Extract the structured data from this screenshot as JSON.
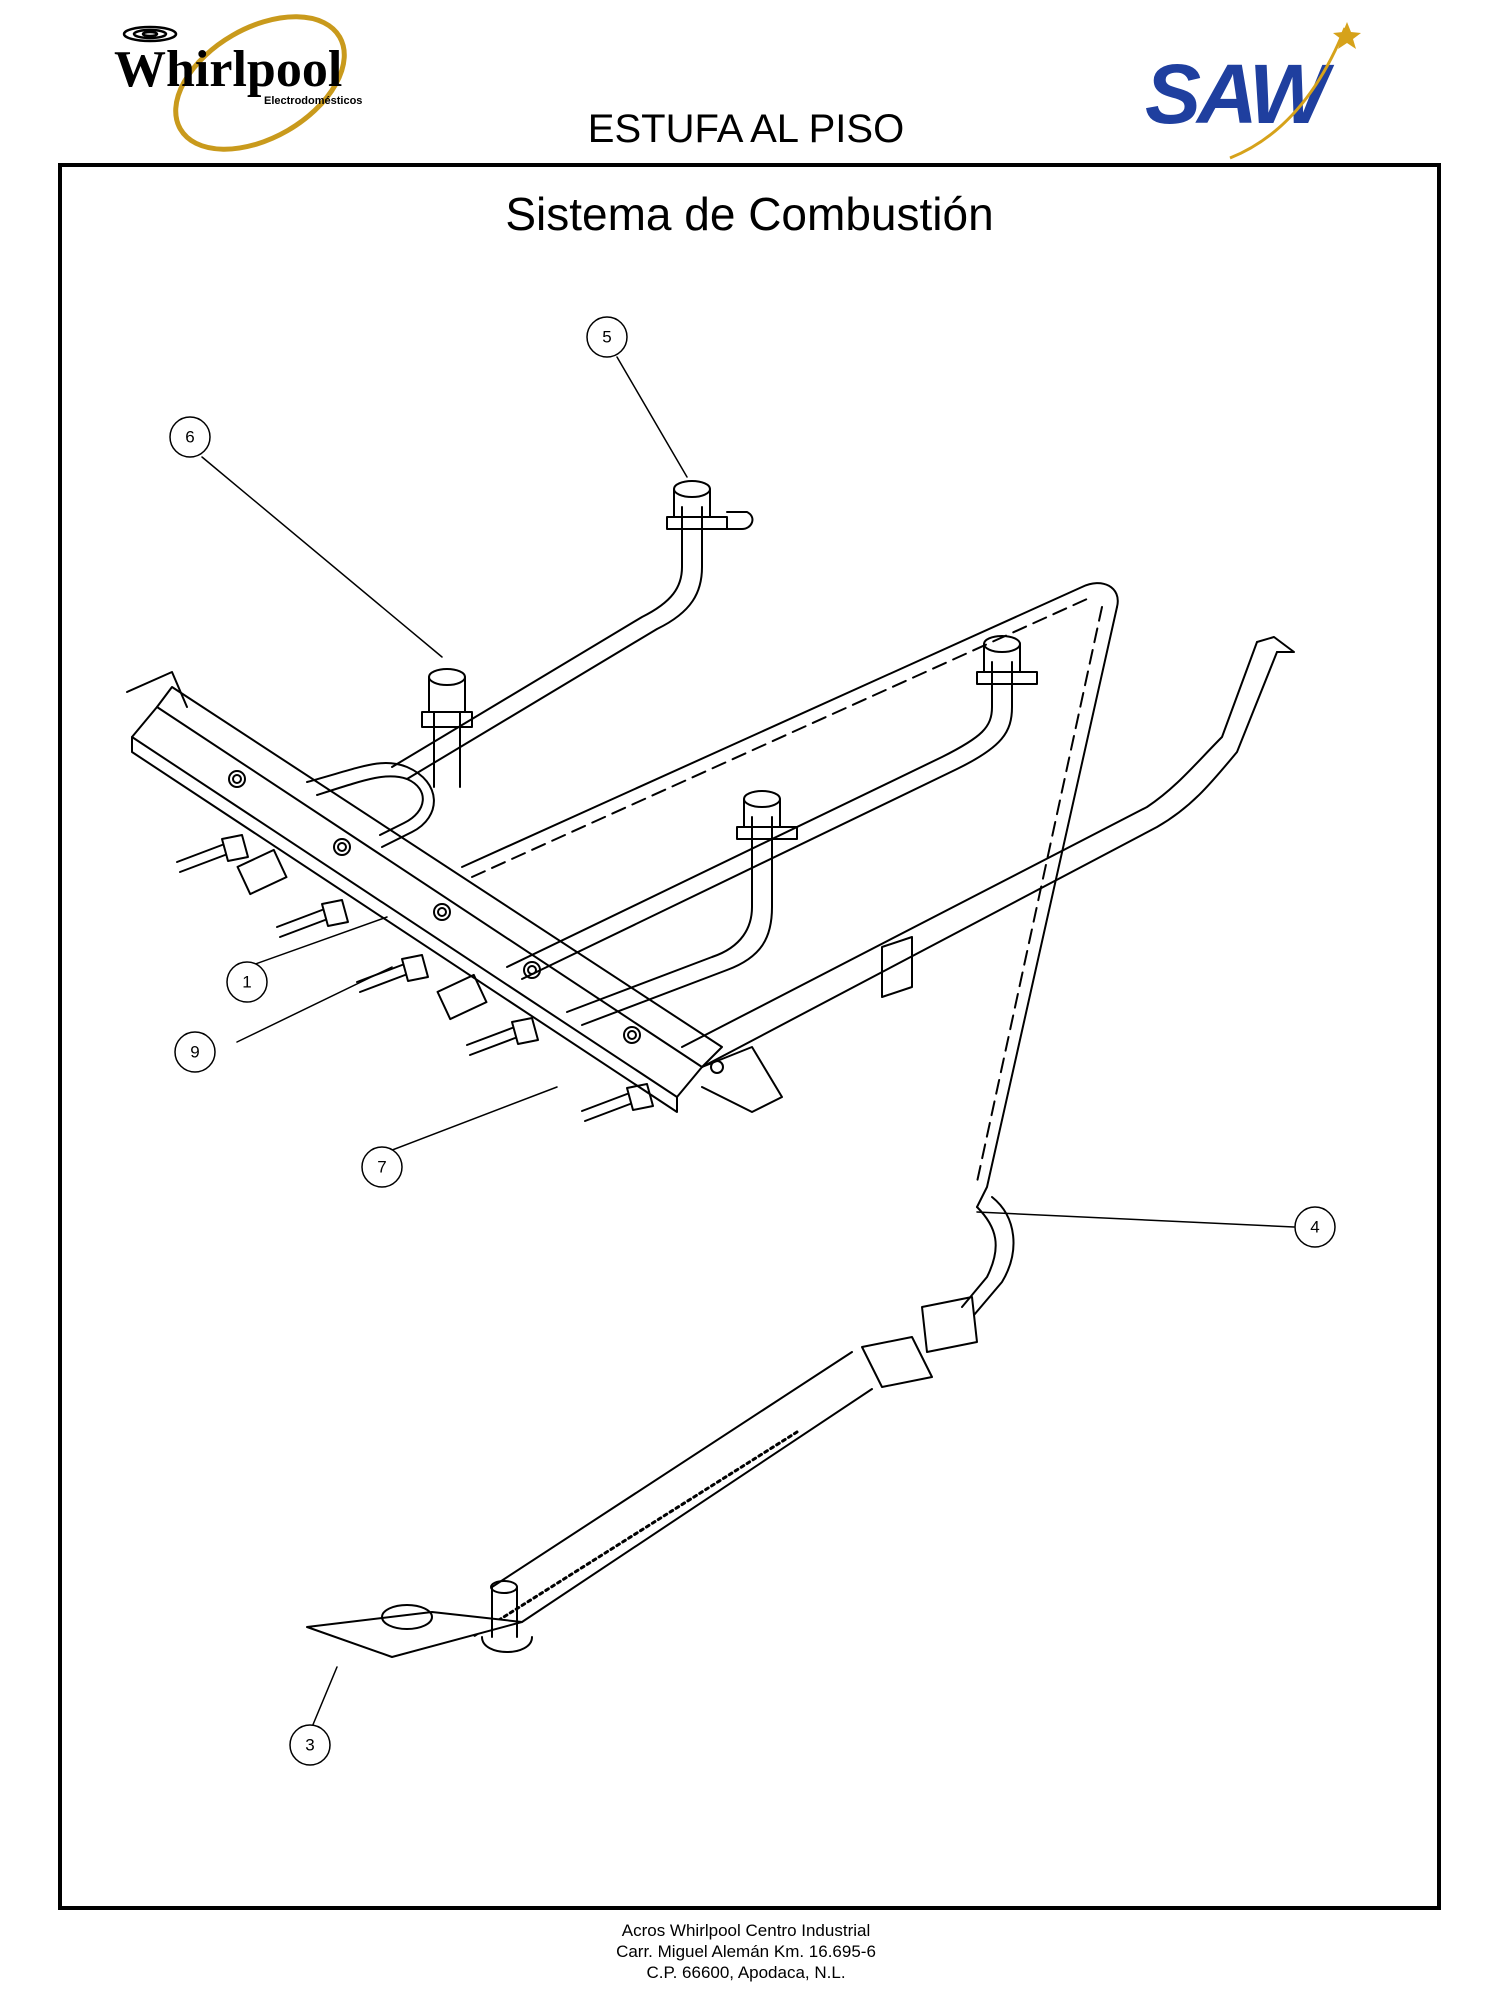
{
  "header": {
    "brand_left": "Whirlpool",
    "brand_left_sub": "Electrodomésticos",
    "brand_right": "SAW",
    "title": "ESTUFA AL PISO"
  },
  "diagram": {
    "title": "Sistema de Combustión",
    "callouts": [
      "5",
      "6",
      "1",
      "9",
      "7",
      "4",
      "3"
    ]
  },
  "footer": {
    "line1": "Acros Whirlpool Centro Industrial",
    "line2": "Carr. Miguel Alemán Km. 16.695-6",
    "line3": "C.P. 66600, Apodaca, N.L."
  },
  "colors": {
    "saw_blue": "#1f3f9f",
    "saw_star": "#d6a21a",
    "whirlpool_ring": "#c99a1c",
    "line": "#000000"
  }
}
